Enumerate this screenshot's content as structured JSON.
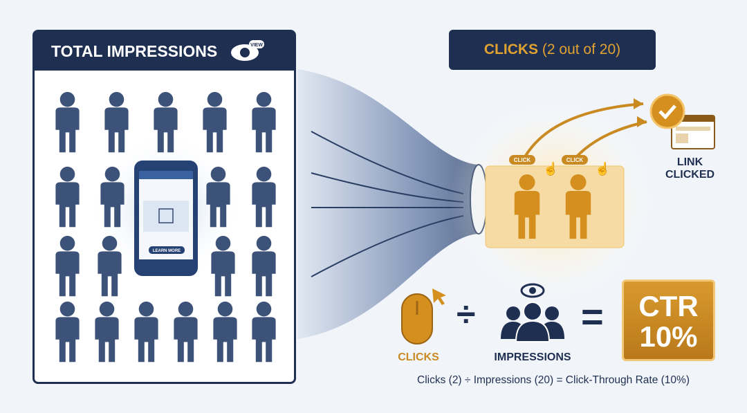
{
  "panel": {
    "title": "TOTAL IMPRESSIONS",
    "eye_badge": "VIEW",
    "phone_button": "LEARN MORE"
  },
  "clicks": {
    "title": "CLICKS",
    "subtitle": "(2 out of 20)",
    "badge1": "CLICK",
    "badge2": "CLICK",
    "link_line1": "LINK",
    "link_line2": "CLICKED"
  },
  "formula": {
    "clicks_label": "CLICKS",
    "divide": "÷",
    "impressions_label": "IMPRESSIONS",
    "equals": "=",
    "ctr_line1": "CTR",
    "ctr_line2": "10%",
    "caption": "Clicks (2) ÷ Impressions (20) = Click-Through Rate (10%)"
  },
  "colors": {
    "navy": "#1f2f52",
    "gold": "#d89a2e",
    "person": "#3d5278"
  }
}
